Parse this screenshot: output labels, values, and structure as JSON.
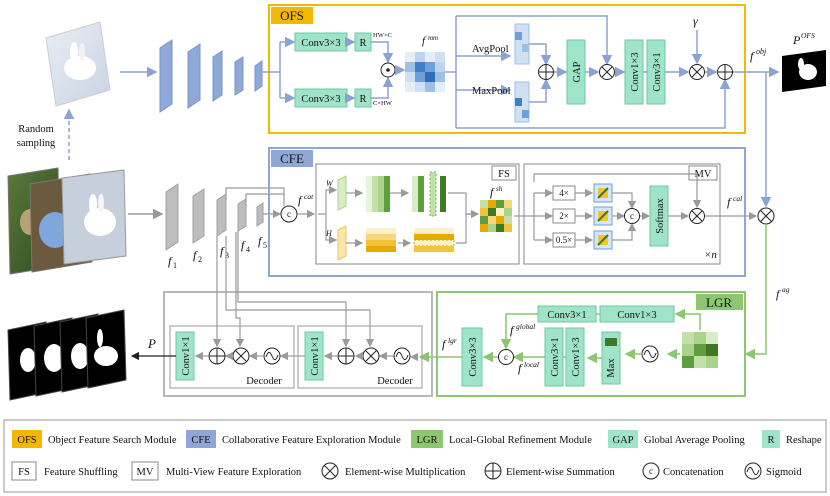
{
  "modules": {
    "ofs_title": "OFS",
    "cfe_title": "CFE",
    "lgr_title": "LGR",
    "fs_title": "FS",
    "mv_title": "MV",
    "decoder_1": "Decoder",
    "decoder_2": "Decoder"
  },
  "ofs": {
    "conv_top": "Conv3×3",
    "conv_bottom": "Conv3×3",
    "r_top": "R",
    "r_bottom": "R",
    "hw_c": "HW×C",
    "c_hw": "C×HW",
    "f_mm_base": "f",
    "f_mm_sup": "mm",
    "avgpool": "AvgPool",
    "maxpool": "MaxPool",
    "gap": "GAP",
    "conv1x3": "Conv1×3",
    "conv3x1": "Conv3×1",
    "gamma": "γ",
    "f_obj_base": "f",
    "f_obj_sup": "obj",
    "p_ofs_base": "P",
    "p_ofs_sup": "OFS"
  },
  "left": {
    "random_sampling_1": "Random",
    "random_sampling_2": "sampling"
  },
  "cfe": {
    "f_cat_base": "f",
    "f_cat_sup": "cat",
    "w_label": "W",
    "h_label": "H",
    "f_sh_base": "f",
    "f_sh_sup": "sh",
    "scale_4": "4×",
    "scale_2": "2×",
    "scale_05": "0.5×",
    "softmax": "Softmax",
    "f_cal_base": "f",
    "f_cal_sup": "cal",
    "times_n": "×n",
    "f1": "1",
    "f2": "2",
    "f3": "3",
    "f4": "4",
    "f5": "5"
  },
  "lgr": {
    "conv3x1_top": "Conv3×1",
    "conv1x3_top": "Conv1×3",
    "f_global_base": "f",
    "f_global_sup": "global",
    "f_local_base": "f",
    "f_local_sup": "local",
    "conv3x1_mid": "Conv3×1",
    "conv1x3_mid": "Conv1×3",
    "max": "Max",
    "conv3x3": "Conv3×3",
    "f_lgr_base": "f",
    "f_lgr_sup": "lgr",
    "f_ag_base": "f",
    "f_ag_sup": "ag"
  },
  "decoder": {
    "conv1": "Conv1×1",
    "conv2": "Conv1×1",
    "p_label": "P"
  },
  "legend": {
    "ofs_tag": "OFS",
    "ofs_text": "Object Feature Search Module",
    "cfe_tag": "CFE",
    "cfe_text": "Collaborative Feature Exploration Module",
    "lgr_tag": "LGR",
    "lgr_text": "Local-Global Refinement Module",
    "gap_tag": "GAP",
    "gap_text": "Global Average Pooling",
    "r_tag": "R",
    "r_text": "Reshape",
    "fs_tag": "FS",
    "fs_text": "Feature Shuffling",
    "mv_tag": "MV",
    "mv_text": "Multi-View Feature Exploration",
    "mul_text": "Element-wise Multiplication",
    "sum_text": "Element-wise Summation",
    "c_sym": "c",
    "concat_text": "Concatenation",
    "sig_text": "Sigmoid"
  },
  "colors": {
    "ofs": "#F5B800",
    "cfe": "#8FA6D6",
    "lgr": "#8CC66F",
    "teal": "#9FE3C8",
    "gray": "#9A9A9A",
    "blue_block": "#8FA8DA"
  }
}
